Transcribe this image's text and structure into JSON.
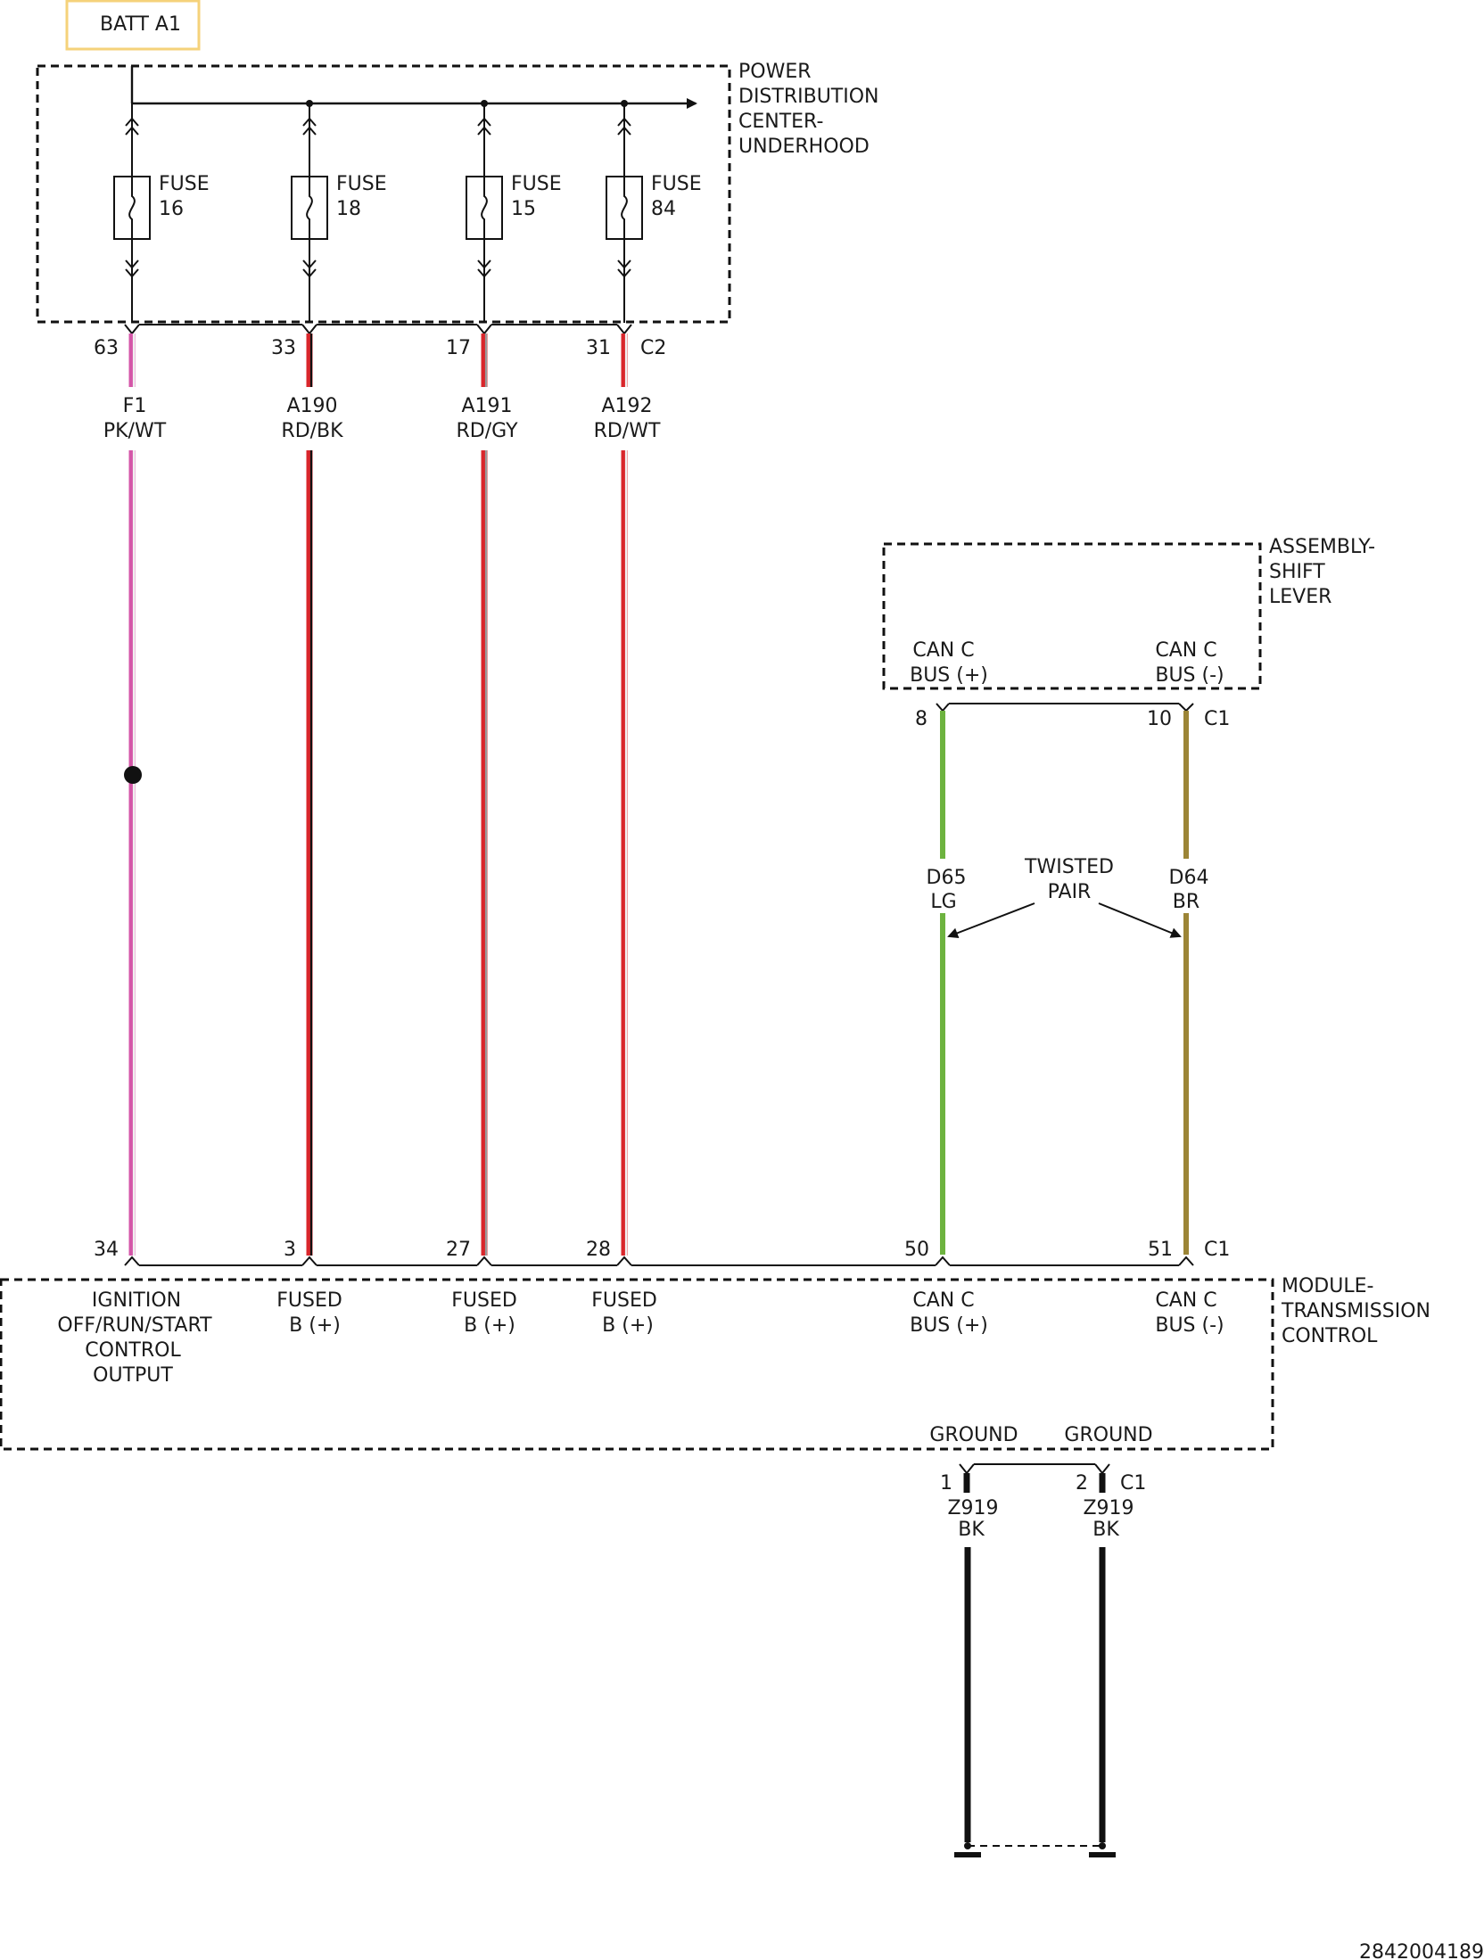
{
  "batt_label": "BATT A1",
  "pdc": {
    "label_lines": [
      "POWER",
      "DISTRIBUTION",
      "CENTER-",
      "UNDERHOOD"
    ],
    "connector": "C2",
    "fuses": [
      {
        "label": "FUSE",
        "num": "16",
        "pin": "63"
      },
      {
        "label": "FUSE",
        "num": "18",
        "pin": "33"
      },
      {
        "label": "FUSE",
        "num": "15",
        "pin": "17"
      },
      {
        "label": "FUSE",
        "num": "84",
        "pin": "31"
      }
    ]
  },
  "wires": [
    {
      "circuit": "F1",
      "color_code": "PK/WT",
      "main_color": "#d455a8",
      "stripe_color": "#f0f0f0"
    },
    {
      "circuit": "A190",
      "color_code": "RD/BK",
      "main_color": "#d9262b",
      "stripe_color": "#111111"
    },
    {
      "circuit": "A191",
      "color_code": "RD/GY",
      "main_color": "#d9262b",
      "stripe_color": "#9a9a9a"
    },
    {
      "circuit": "A192",
      "color_code": "RD/WT",
      "main_color": "#d9262b",
      "stripe_color": "#f0f0f0"
    }
  ],
  "shift_lever": {
    "label_lines": [
      "ASSEMBLY-",
      "SHIFT",
      "LEVER"
    ],
    "connector": "C1",
    "pins": [
      {
        "pin": "8",
        "name_lines": [
          "CAN C",
          "BUS (+)"
        ]
      },
      {
        "pin": "10",
        "name_lines": [
          "CAN C",
          "BUS (-)"
        ]
      }
    ]
  },
  "can_wires": [
    {
      "circuit": "D65",
      "color_code": "LG",
      "color": "#6db33f"
    },
    {
      "circuit": "D64",
      "color_code": "BR",
      "color": "#9c8536"
    }
  ],
  "twisted_pair_lines": [
    "TWISTED",
    "PAIR"
  ],
  "tcm": {
    "label_lines": [
      "MODULE-",
      "TRANSMISSION",
      "CONTROL"
    ],
    "connector": "C1",
    "pins": [
      {
        "pin": "34",
        "name_lines": [
          "IGNITION",
          "OFF/RUN/START",
          "CONTROL",
          "OUTPUT"
        ]
      },
      {
        "pin": "3",
        "name_lines": [
          "FUSED",
          "B (+)"
        ]
      },
      {
        "pin": "27",
        "name_lines": [
          "FUSED",
          "B (+)"
        ]
      },
      {
        "pin": "28",
        "name_lines": [
          "FUSED",
          "B (+)"
        ]
      },
      {
        "pin": "50",
        "name_lines": [
          "CAN C",
          "BUS (+)"
        ]
      },
      {
        "pin": "51",
        "name_lines": [
          "CAN C",
          "BUS (-)"
        ]
      }
    ],
    "ground_names": [
      "GROUND",
      "GROUND"
    ]
  },
  "ground": {
    "connector": "C1",
    "pins": [
      {
        "pin": "1",
        "circuit": "Z919",
        "color_code": "BK"
      },
      {
        "pin": "2",
        "circuit": "Z919",
        "color_code": "BK"
      }
    ]
  },
  "figure_id": "2842004189"
}
